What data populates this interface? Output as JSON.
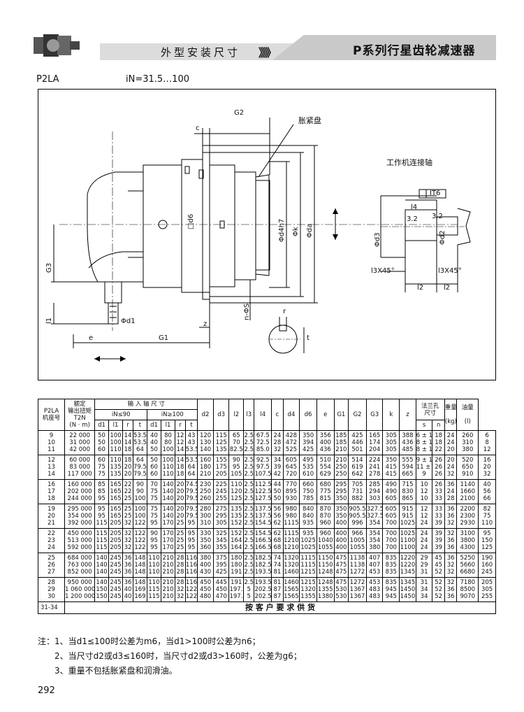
{
  "header": {
    "left_title": "外型安装尺寸",
    "chevrons": "》》》",
    "right_title": "P系列行星齿轮减速器"
  },
  "model": "P2LA",
  "ratio": "iN=31.5…100",
  "drawing": {
    "labels": {
      "g2": "G2",
      "c": "c",
      "clamp_disk": "胀紧盘",
      "g3": "G3",
      "d6": "□d6",
      "d4": "Φd4h7",
      "k": "Φk",
      "da": "Φda",
      "l1": "l1",
      "d1": "Φd1",
      "z": "z",
      "e": "e",
      "g1": "G1",
      "ns": "n-ΦS",
      "r": "r",
      "t": "t",
      "machine_shaft": "工作机连接轴",
      "it6": "IT6",
      "l4": "l4",
      "roughness1": "3.2",
      "roughness2": "3.2",
      "d3": "Φd3",
      "d2": "Φd2",
      "chamfer1": "l3X45°",
      "chamfer2": "l3X45°",
      "l2a": "l2",
      "l2b": "l2",
      "arrow": "←·→"
    }
  },
  "table": {
    "h_model": "P2LA",
    "h_model2": "机座号",
    "h_torque": "额定",
    "h_torque2": "输出扭矩",
    "h_torque3": "T2N",
    "h_torque4": "(N · m)",
    "h_input": "输 入 轴 尺 寸",
    "h_in90": "iN≤90",
    "h_in100": "iN≥100",
    "h_sub": [
      "d1",
      "l1",
      "r",
      "t",
      "d1",
      "l1",
      "r",
      "t"
    ],
    "h_cols": [
      "d2",
      "d3",
      "l2",
      "l3",
      "l4",
      "c",
      "d4",
      "d6",
      "e",
      "G1",
      "G2",
      "G3",
      "k",
      "z"
    ],
    "h_flange": "法兰孔",
    "h_flange2": "尺寸",
    "h_s": "s",
    "h_n": "n",
    "h_weight": "重量",
    "h_weight_unit": "(kg)",
    "h_oil": "油量",
    "h_oil_unit": "(l)",
    "groups": [
      {
        "model": [
          "9",
          "10",
          "11"
        ],
        "torque": [
          "22 000",
          "31 000",
          "42 000"
        ],
        "a_d1": [
          "50",
          "50",
          "60"
        ],
        "a_l1": [
          "100",
          "100",
          "110"
        ],
        "a_r": [
          "14",
          "14",
          "18"
        ],
        "a_t": [
          "53.5",
          "53.5",
          "64"
        ],
        "b_d1": [
          "40",
          "40",
          "50"
        ],
        "b_l1": [
          "80",
          "80",
          "100"
        ],
        "b_r": [
          "12",
          "12",
          "14"
        ],
        "b_t": [
          "43",
          "43",
          "53.5"
        ],
        "d2": [
          "120",
          "130",
          "140"
        ],
        "d3": [
          "115",
          "125",
          "135"
        ],
        "l2": [
          "65",
          "70",
          "82.5"
        ],
        "l3": [
          "2.5",
          "2.5",
          "2.5"
        ],
        "l4": [
          "67.5",
          "72.5",
          "85.0"
        ],
        "c": [
          "24",
          "28",
          "32"
        ],
        "d4": [
          "428",
          "472",
          "525"
        ],
        "d6": [
          "350",
          "394",
          "425"
        ],
        "e2": [
          "356",
          "400",
          "436"
        ],
        "e": [
          "185",
          "185",
          "210"
        ],
        "g1": [
          "425",
          "446",
          "501"
        ],
        "g2": [
          "165",
          "174",
          "204"
        ],
        "g3": [
          "305",
          "305",
          "305"
        ],
        "k": [
          "388",
          "436",
          "485"
        ],
        "z": [
          "6 ± 1.5",
          "8 ± 1.5",
          "8 ± 1.5"
        ],
        "s": [
          "18",
          "18",
          "22"
        ],
        "n": [
          "24",
          "24",
          "20"
        ],
        "weight": [
          "260",
          "310",
          "380"
        ],
        "oil": [
          "6",
          "8",
          "12"
        ]
      },
      {
        "model": [
          "12",
          "13",
          "14"
        ],
        "torque": [
          "60 000",
          "83 000",
          "117 000"
        ],
        "a_d1": [
          "60",
          "75",
          "75"
        ],
        "a_l1": [
          "110",
          "135",
          "135"
        ],
        "a_r": [
          "18",
          "20",
          "20"
        ],
        "a_t": [
          "64",
          "79.5",
          "79.5"
        ],
        "b_d1": [
          "50",
          "60",
          "60"
        ],
        "b_l1": [
          "100",
          "110",
          "110"
        ],
        "b_r": [
          "14",
          "18",
          "18"
        ],
        "b_t": [
          "53.5",
          "64",
          "64"
        ],
        "d2": [
          "160",
          "180",
          "210"
        ],
        "d3": [
          "155",
          "175",
          "205"
        ],
        "l2": [
          "90",
          "95",
          "105"
        ],
        "l3": [
          "2.5",
          "2.5",
          "2.5"
        ],
        "l4": [
          "92.5",
          "97.5",
          "107.5"
        ],
        "c": [
          "34",
          "39",
          "42"
        ],
        "d4": [
          "605",
          "645",
          "720"
        ],
        "d6": [
          "495",
          "535",
          "610"
        ],
        "e2": [
          "510",
          "554",
          "629"
        ],
        "e": [
          "210",
          "250",
          "250"
        ],
        "g1": [
          "514",
          "619",
          "642"
        ],
        "g2": [
          "224",
          "241",
          "278"
        ],
        "g3": [
          "350",
          "415",
          "415"
        ],
        "k": [
          "555",
          "594",
          "665"
        ],
        "z": [
          "9 ± 1.5",
          "11 ± 1.5",
          "9"
        ],
        "s": [
          "26",
          "26",
          "26"
        ],
        "n": [
          "20",
          "24",
          "32"
        ],
        "weight": [
          "520",
          "650",
          "910"
        ],
        "oil": [
          "16",
          "20",
          "32"
        ]
      },
      {
        "model": [
          "16",
          "17",
          "18"
        ],
        "torque": [
          "160 000",
          "202 000",
          "244 000"
        ],
        "a_d1": [
          "85",
          "85",
          "95"
        ],
        "a_l1": [
          "165",
          "165",
          "165"
        ],
        "a_r": [
          "22",
          "22",
          "25"
        ],
        "a_t": [
          "90",
          "90",
          "100"
        ],
        "b_d1": [
          "70",
          "75",
          "75"
        ],
        "b_l1": [
          "140",
          "140",
          "140"
        ],
        "b_r": [
          "20",
          "20",
          "20"
        ],
        "b_t": [
          "74.5",
          "79.5",
          "79.5"
        ],
        "d2": [
          "230",
          "250",
          "260"
        ],
        "d3": [
          "225",
          "245",
          "255"
        ],
        "l2": [
          "110",
          "120",
          "125"
        ],
        "l3": [
          "2.5",
          "2.5",
          "2.5"
        ],
        "l4": [
          "112.5",
          "122.5",
          "127.5"
        ],
        "c": [
          "44",
          "50",
          "50"
        ],
        "d4": [
          "770",
          "895",
          "930"
        ],
        "d6": [
          "660",
          "750",
          "785"
        ],
        "e2": [
          "680",
          "775",
          "815"
        ],
        "e": [
          "295",
          "295",
          "350"
        ],
        "g1": [
          "705",
          "731",
          "882"
        ],
        "g2": [
          "285",
          "294",
          "303"
        ],
        "g3": [
          "490",
          "490",
          "605"
        ],
        "k": [
          "715",
          "830",
          "865"
        ],
        "z": [
          "10",
          "12",
          "10"
        ],
        "s": [
          "26",
          "33",
          "33"
        ],
        "n": [
          "36",
          "24",
          "28"
        ],
        "weight": [
          "1140",
          "1660",
          "2100"
        ],
        "oil": [
          "40",
          "56",
          "66"
        ]
      },
      {
        "model": [
          "19",
          "20",
          "21"
        ],
        "torque": [
          "295 000",
          "354 000",
          "392 000"
        ],
        "a_d1": [
          "95",
          "95",
          "115"
        ],
        "a_l1": [
          "165",
          "165",
          "205"
        ],
        "a_r": [
          "25",
          "25",
          "32"
        ],
        "a_t": [
          "100",
          "100",
          "122"
        ],
        "b_d1": [
          "75",
          "75",
          "95"
        ],
        "b_l1": [
          "140",
          "140",
          "170"
        ],
        "b_r": [
          "20",
          "20",
          "25"
        ],
        "b_t": [
          "79.5",
          "79.5",
          "95"
        ],
        "d2": [
          "280",
          "300",
          "310"
        ],
        "d3": [
          "275",
          "295",
          "305"
        ],
        "l2": [
          "135",
          "135",
          "152"
        ],
        "l3": [
          "2.5",
          "2.5",
          "2.5"
        ],
        "l4": [
          "137.5",
          "137.5",
          "154.5"
        ],
        "c": [
          "56",
          "56",
          "62"
        ],
        "d4": [
          "980",
          "980",
          "1115"
        ],
        "d6": [
          "840",
          "840",
          "935"
        ],
        "e2": [
          "870",
          "870",
          "960"
        ],
        "e": [
          "350",
          "350",
          "400"
        ],
        "g1": [
          "905.5",
          "905.5",
          "996"
        ],
        "g2": [
          "327.5",
          "327.5",
          "354"
        ],
        "g3": [
          "605",
          "605",
          "700"
        ],
        "k": [
          "915",
          "915",
          "1025"
        ],
        "z": [
          "12",
          "12",
          "24"
        ],
        "s": [
          "33",
          "33",
          "39"
        ],
        "n": [
          "36",
          "36",
          "32"
        ],
        "weight": [
          "2200",
          "2300",
          "2930"
        ],
        "oil": [
          "82",
          "75",
          "110"
        ]
      },
      {
        "model": [
          "22",
          "23",
          "24"
        ],
        "torque": [
          "450 000",
          "513 000",
          "592 000"
        ],
        "a_d1": [
          "115",
          "115",
          "115"
        ],
        "a_l1": [
          "205",
          "205",
          "205"
        ],
        "a_r": [
          "32",
          "32",
          "32"
        ],
        "a_t": [
          "122",
          "122",
          "122"
        ],
        "b_d1": [
          "90",
          "95",
          "95"
        ],
        "b_l1": [
          "170",
          "170",
          "170"
        ],
        "b_r": [
          "25",
          "25",
          "25"
        ],
        "b_t": [
          "95",
          "95",
          "95"
        ],
        "d2": [
          "330",
          "350",
          "360"
        ],
        "d3": [
          "325",
          "345",
          "355"
        ],
        "l2": [
          "152",
          "164",
          "164"
        ],
        "l3": [
          "2.5",
          "2.5",
          "2.5"
        ],
        "l4": [
          "154.5",
          "166.5",
          "166.5"
        ],
        "c": [
          "62",
          "68",
          "68"
        ],
        "d4": [
          "1115",
          "1210",
          "1210"
        ],
        "d6": [
          "935",
          "1025",
          "1025"
        ],
        "e2": [
          "960",
          "1040",
          "1055"
        ],
        "e": [
          "400",
          "400",
          "400"
        ],
        "g1": [
          "966",
          "1005",
          "1055"
        ],
        "g2": [
          "354",
          "354",
          "380"
        ],
        "g3": [
          "700",
          "700",
          "700"
        ],
        "k": [
          "1025",
          "1100",
          "1100"
        ],
        "z": [
          "24",
          "24",
          "24"
        ],
        "s": [
          "39",
          "39",
          "39"
        ],
        "n": [
          "32",
          "36",
          "36"
        ],
        "weight": [
          "3100",
          "3800",
          "4300"
        ],
        "oil": [
          "95",
          "150",
          "125"
        ]
      },
      {
        "model": [
          "25",
          "26",
          "27"
        ],
        "torque": [
          "684 000",
          "763 000",
          "852 000"
        ],
        "a_d1": [
          "140",
          "140",
          "140"
        ],
        "a_l1": [
          "245",
          "245",
          "245"
        ],
        "a_r": [
          "36",
          "36",
          "36"
        ],
        "a_t": [
          "148",
          "148",
          "148"
        ],
        "b_d1": [
          "110",
          "110",
          "110"
        ],
        "b_l1": [
          "210",
          "210",
          "210"
        ],
        "b_r": [
          "28",
          "28",
          "28"
        ],
        "b_t": [
          "116",
          "116",
          "116"
        ],
        "d2": [
          "380",
          "400",
          "430"
        ],
        "d3": [
          "375",
          "395",
          "425"
        ],
        "l2": [
          "180",
          "180",
          "191"
        ],
        "l3": [
          "2.5",
          "2.5",
          "2.5"
        ],
        "l4": [
          "182.5",
          "182.5",
          "193.5"
        ],
        "c": [
          "74",
          "74",
          "81"
        ],
        "d4": [
          "1320",
          "1320",
          "1460"
        ],
        "d6": [
          "1115",
          "1115",
          "1215"
        ],
        "e2": [
          "1150",
          "1150",
          "1248"
        ],
        "e": [
          "475",
          "475",
          "475"
        ],
        "g1": [
          "1138",
          "1138",
          "1272"
        ],
        "g2": [
          "407",
          "407",
          "453"
        ],
        "g3": [
          "835",
          "835",
          "835"
        ],
        "k": [
          "1220",
          "1220",
          "1345"
        ],
        "z": [
          "29",
          "29",
          "31"
        ],
        "s": [
          "45",
          "45",
          "52"
        ],
        "n": [
          "36",
          "32",
          "32"
        ],
        "weight": [
          "5250",
          "5660",
          "6680"
        ],
        "oil": [
          "190",
          "160",
          "245"
        ]
      },
      {
        "model": [
          "28",
          "29",
          "30"
        ],
        "torque": [
          "950 000",
          "1 060 000",
          "1 200 000"
        ],
        "a_d1": [
          "140",
          "150",
          "150"
        ],
        "a_l1": [
          "245",
          "245",
          "245"
        ],
        "a_r": [
          "36",
          "40",
          "40"
        ],
        "a_t": [
          "148",
          "169",
          "169"
        ],
        "b_d1": [
          "110",
          "115",
          "115"
        ],
        "b_l1": [
          "210",
          "210",
          "210"
        ],
        "b_r": [
          "28",
          "32",
          "32"
        ],
        "b_t": [
          "116",
          "122",
          "122"
        ],
        "d2": [
          "450",
          "450",
          "480"
        ],
        "d3": [
          "445",
          "450",
          "470"
        ],
        "l2": [
          "191",
          "197.5",
          "197.5"
        ],
        "l3": [
          "2.5",
          "5",
          "5"
        ],
        "l4": [
          "193.5",
          "202.5",
          "202.5"
        ],
        "c": [
          "81",
          "87",
          "87"
        ],
        "d4": [
          "1460",
          "1565",
          "1565"
        ],
        "d6": [
          "1215",
          "1320",
          "1355"
        ],
        "e2": [
          "1248",
          "1355",
          "1380"
        ],
        "e": [
          "475",
          "530",
          "530"
        ],
        "g1": [
          "1272",
          "1367",
          "1367"
        ],
        "g2": [
          "453",
          "483",
          "483"
        ],
        "g3": [
          "835",
          "945",
          "945"
        ],
        "k": [
          "1345",
          "1450",
          "1450"
        ],
        "z": [
          "31",
          "34",
          "34"
        ],
        "s": [
          "52",
          "52",
          "52"
        ],
        "n": [
          "32",
          "36",
          "36"
        ],
        "weight": [
          "7180",
          "8500",
          "9070"
        ],
        "oil": [
          "205",
          "305",
          "255"
        ]
      }
    ],
    "last_model": "31-34",
    "last_note": "按 客 户 要 求 供 货"
  },
  "notes": [
    "注：1、当d1≤100时公差为m6，当d1>100时公差为n6；",
    "2、当尺寸d2或d3≤160时，当尺寸d2或d3>160时，公差为g6；",
    "3、重量不包括胀紧盘和润滑油。"
  ],
  "page_number": "292"
}
